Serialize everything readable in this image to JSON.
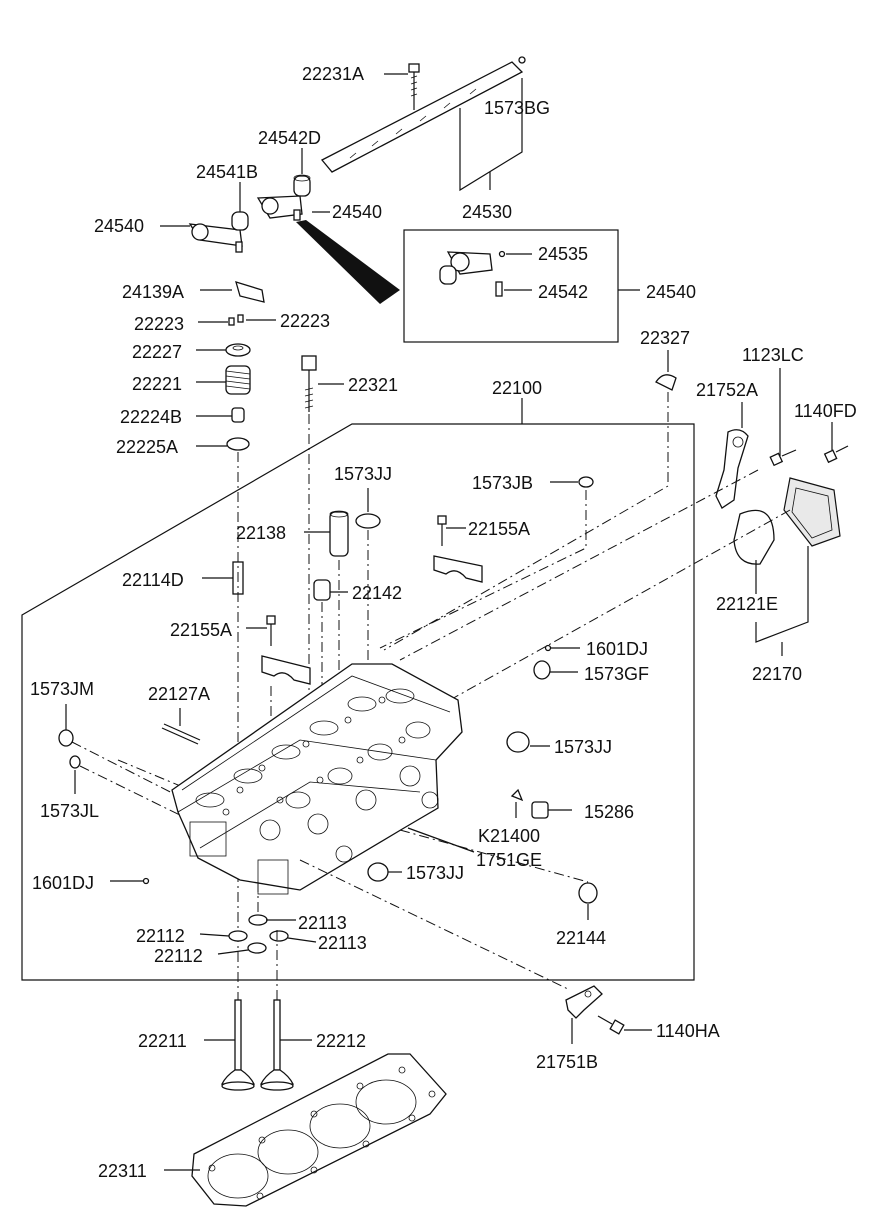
{
  "diagram": {
    "callouts": {
      "c22231A": "22231A",
      "c1573BG": "1573BG",
      "c24542D": "24542D",
      "c24541B": "24541B",
      "c24540_left": "24540",
      "c24540_mid": "24540",
      "c24530": "24530",
      "c24535": "24535",
      "c24542": "24542",
      "c24540_box": "24540",
      "c24139A": "24139A",
      "c22223_left": "22223",
      "c22223_right": "22223",
      "c22227": "22227",
      "c22221": "22221",
      "c22224B": "22224B",
      "c22225A": "22225A",
      "c22321": "22321",
      "c22100": "22100",
      "c22327": "22327",
      "c1123LC": "1123LC",
      "c21752A": "21752A",
      "c1140FD": "1140FD",
      "c1573JJ_top": "1573JJ",
      "c1573JB": "1573JB",
      "c22138": "22138",
      "c22155A_right": "22155A",
      "c22114D": "22114D",
      "c22142": "22142",
      "c22121E": "22121E",
      "c22155A_left": "22155A",
      "c1601DJ_right": "1601DJ",
      "c1573GF": "1573GF",
      "c22170": "22170",
      "c1573JM": "1573JM",
      "c22127A": "22127A",
      "c1573JJ_right": "1573JJ",
      "c1573JL": "1573JL",
      "c15286": "15286",
      "cK21400": "K21400",
      "c1751GE": "1751GE",
      "c1601DJ_left": "1601DJ",
      "c1573JJ_bottom": "1573JJ",
      "c22113_a": "22113",
      "c22112_a": "22112",
      "c22113_b": "22113",
      "c22112_b": "22112",
      "c22144": "22144",
      "c22211": "22211",
      "c22212": "22212",
      "c1140HA": "1140HA",
      "c21751B": "21751B",
      "c22311": "22311"
    }
  }
}
